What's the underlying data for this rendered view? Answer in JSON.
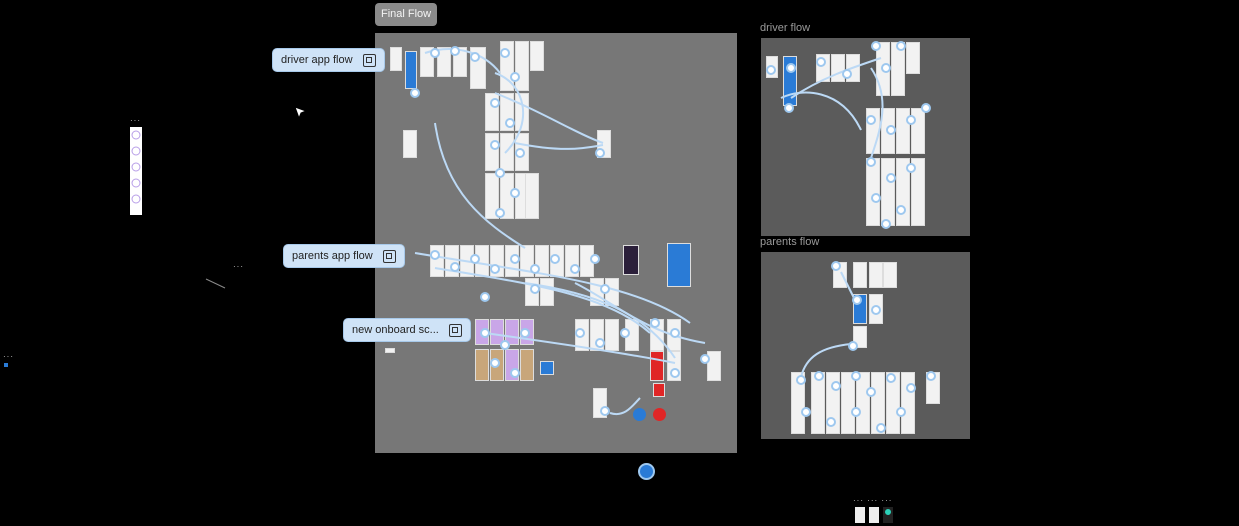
{
  "canvas": {
    "final_frame_label": "Final Flow",
    "driver_frame_label": "driver flow",
    "parents_frame_label": "parents flow"
  },
  "flows": [
    {
      "label": "driver app flow",
      "icon": "flow-start-icon"
    },
    {
      "label": "parents app flow",
      "icon": "flow-start-icon"
    },
    {
      "label": "new onboard sc...",
      "icon": "flow-start-icon"
    }
  ],
  "colors": {
    "canvas_bg": "#000000",
    "frame_bg": "#777777",
    "flow_pill_bg": "#cfe3f7",
    "connector": "#9ec8ef",
    "accent_blue": "#2a7bd6",
    "accent_red": "#e02626",
    "accent_teal": "#2bd1b8"
  },
  "icons": {
    "cursor": "cursor-arrow-icon",
    "flow_start": "flow-start-icon"
  }
}
